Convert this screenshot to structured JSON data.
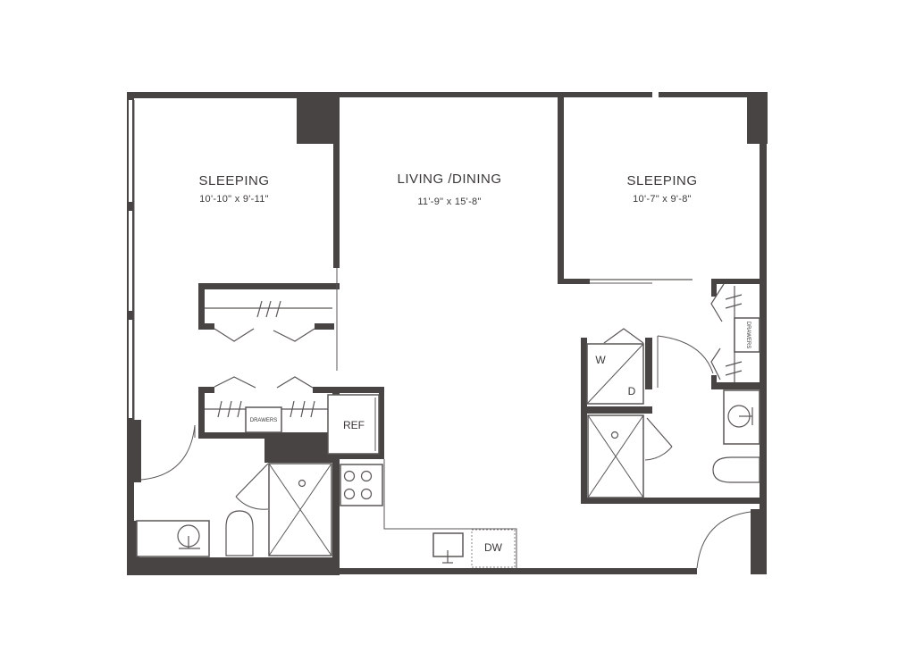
{
  "rooms": {
    "sleeping_left": {
      "name": "SLEEPING",
      "dims": "10'-10\" x 9'-11\""
    },
    "living_dining": {
      "name": "LIVING /DINING",
      "dims": "11'-9\" x 15'-8\""
    },
    "sleeping_right": {
      "name": "SLEEPING",
      "dims": "10'-7\" x 9'-8\""
    }
  },
  "fixtures": {
    "refrigerator": "REF",
    "dishwasher": "DW",
    "washer": "W",
    "dryer": "D",
    "drawers_left": "DRAWERS",
    "drawers_right": "DRAWERS"
  },
  "colors": {
    "wall": "#484444",
    "line": "#5a5656",
    "background": "#ffffff"
  }
}
